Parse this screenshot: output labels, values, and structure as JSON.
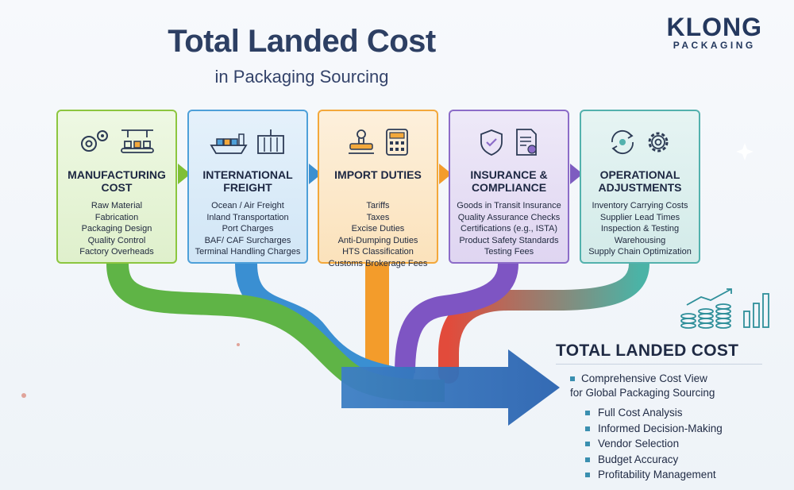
{
  "header": {
    "title": "Total Landed Cost",
    "subtitle": "in Packaging Sourcing"
  },
  "logo": {
    "main": "KLONG",
    "sub": "PACKAGING"
  },
  "cards": [
    {
      "title": "MANUFACTURING COST",
      "color": "#8cc63f",
      "icons": [
        "gears-icon",
        "conveyor-icon"
      ],
      "items": [
        "Raw Material",
        "Fabrication",
        "Packaging Design",
        "Quality Control",
        "Factory Overheads"
      ]
    },
    {
      "title": "INTERNATIONAL FREIGHT",
      "color": "#4ea0d9",
      "icons": [
        "ship-icon",
        "container-icon"
      ],
      "items": [
        "Ocean / Air Freight",
        "Inland Transportation",
        "Port Charges",
        "BAF/ CAF Surcharges",
        "Terminal Handling Charges"
      ]
    },
    {
      "title": "IMPORT DUTIES",
      "color": "#f3a83b",
      "icons": [
        "stamp-icon",
        "calculator-icon"
      ],
      "items": [
        "Tariffs",
        "Taxes",
        "Excise Duties",
        "Anti-Dumping Duties",
        "HTS Classification",
        "Customs Brokerage Fees"
      ]
    },
    {
      "title": "INSURANCE & COMPLIANCE",
      "color": "#8c6cc8",
      "icons": [
        "shield-icon",
        "certificate-icon"
      ],
      "items": [
        "Goods in Transit Insurance",
        "Quality Assurance Checks",
        "Certifications (e.g., ISTA)",
        "Product Safety Standards",
        "Testing Fees"
      ]
    },
    {
      "title": "OPERATIONAL ADJUSTMENTS",
      "color": "#53b1ad",
      "icons": [
        "cycle-icon",
        "gear-icon"
      ],
      "items": [
        "Inventory Carrying Costs",
        "Supplier Lead Times",
        "Inspection & Testing",
        "Warehousing",
        "Supply Chain Optimization"
      ]
    }
  ],
  "result": {
    "title": "TOTAL LANDED COST",
    "summary_line1": "Comprehensive Cost View",
    "summary_line2": "for Global Packaging Sourcing",
    "benefits": [
      "Full Cost Analysis",
      "Informed Decision-Making",
      "Vendor Selection",
      "Budget Accuracy",
      "Profitability Management"
    ]
  }
}
